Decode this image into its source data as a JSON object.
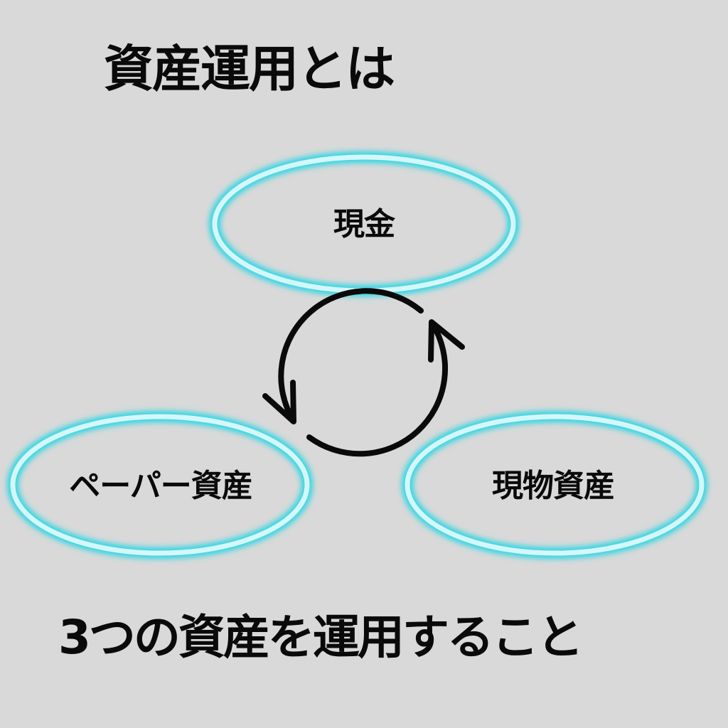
{
  "title": "資産運用とは",
  "nodes": [
    {
      "id": "cash",
      "label": "現金"
    },
    {
      "id": "paper",
      "label": "ペーパー資産"
    },
    {
      "id": "physical",
      "label": "現物資産"
    }
  ],
  "cycle": {
    "icon": "cycle-arrows-icon"
  },
  "conclusion": "3つの資産を運用すること",
  "colors": {
    "background": "#d9d9d9",
    "ellipse_glow": "#2fd6e3",
    "ellipse_core": "#d4f7fa",
    "text": "#0a0a0a"
  }
}
